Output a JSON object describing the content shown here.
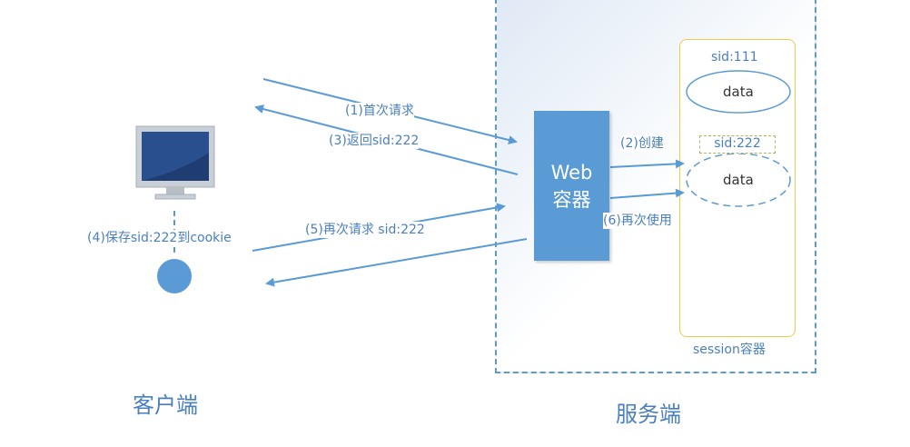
{
  "client": {
    "title": "客户端",
    "save_step": "(4)保存sid:222到cookie"
  },
  "server": {
    "title": "服务端",
    "web_container": [
      "Web",
      "容器"
    ],
    "session_container": "session容器",
    "create_step": "(2)创建",
    "reuse_step": "(6)再次使用",
    "session_a": {
      "id": "sid:111",
      "content": "data"
    },
    "session_b": {
      "id": "sid:222",
      "content": "data"
    }
  },
  "arrows": {
    "first_request": "(1)首次请求",
    "return_sid": "(3)返回sid:222",
    "second_request": "(5)再次请求 sid:222"
  },
  "colors": {
    "primary_blue": "#5b9bd5",
    "label_blue": "#4a7fbf",
    "session_border": "#f2c94c",
    "sid_box_border": "#b4b35a"
  }
}
